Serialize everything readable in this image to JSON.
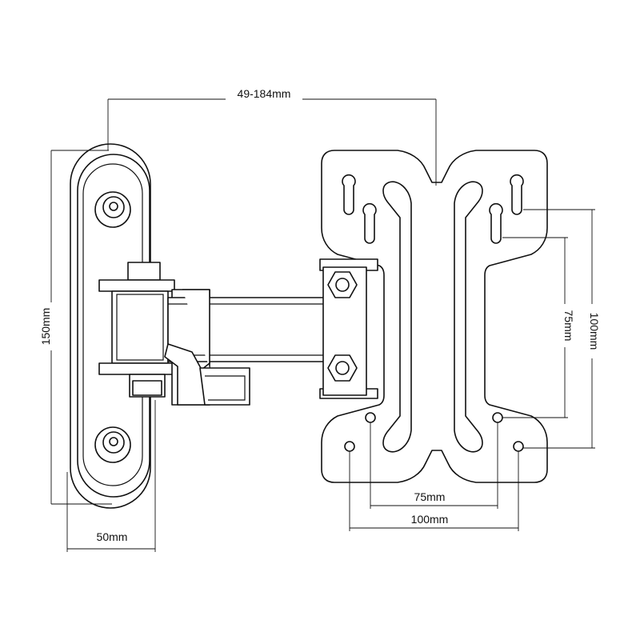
{
  "dimensions": {
    "arm_extension": "49-184mm",
    "wall_plate_height": "150mm",
    "wall_plate_width": "50mm",
    "vesa_vertical_large": "100mm",
    "vesa_vertical_small": "75mm",
    "vesa_horizontal_small": "75mm",
    "vesa_horizontal_large": "100mm"
  }
}
